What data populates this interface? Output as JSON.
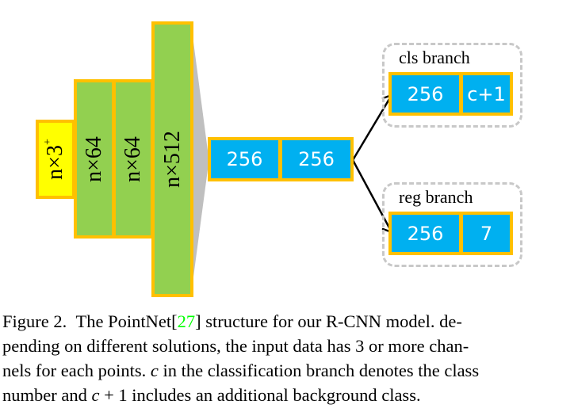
{
  "diagram": {
    "input_layer": {
      "label": "n×3",
      "superscript": "+"
    },
    "feature_layers": [
      {
        "label": "n×64"
      },
      {
        "label": "n×64"
      },
      {
        "label": "n×512"
      }
    ],
    "fc_layers": [
      {
        "label": "256"
      },
      {
        "label": "256"
      }
    ],
    "cls_branch": {
      "title": "cls branch",
      "layers": [
        {
          "label": "256"
        },
        {
          "label": "c+1"
        }
      ]
    },
    "reg_branch": {
      "title": "reg branch",
      "layers": [
        {
          "label": "256"
        },
        {
          "label": "7"
        }
      ]
    },
    "colors": {
      "input_fill": "#ffff00",
      "feature_fill": "#92d050",
      "fc_fill": "#00b0f0",
      "border": "#ffc000",
      "pool_wedge": "#bfbfbf",
      "branch_dash": "#c8c8c8",
      "citation": "#00ff00"
    }
  },
  "caption": {
    "lines": [
      {
        "before": "Figure 2.  The PointNet[",
        "cite": "27",
        "after": "] structure for our R-CNN model. de-"
      },
      {
        "text": "pending on different solutions, the input data has 3 or more chan-"
      },
      {
        "before": "nels for each points. ",
        "math": "c",
        "after": " in the classification branch denotes the class"
      },
      {
        "before": "number and ",
        "math": "c",
        "mid": " + 1",
        "after": " includes an additional background class."
      }
    ]
  }
}
